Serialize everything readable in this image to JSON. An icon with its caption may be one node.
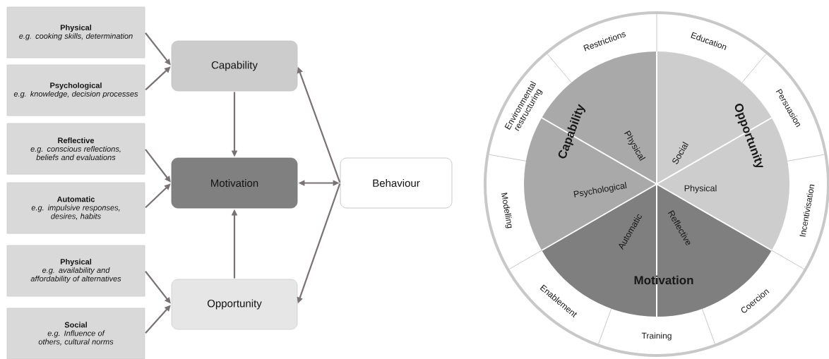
{
  "diagram": {
    "nodes": [
      {
        "text": [
          "Physical",
          "e.g. cooking skills, determination"
        ]
      },
      {
        "text": [
          "Psychological",
          "e.g. knowledge,  decision processes"
        ]
      },
      {
        "text": [
          "Reflective",
          "e.g. conscious reflections, beliefs and evaluations"
        ]
      },
      {
        "text": [
          "Automatic",
          "e.g. impulsive responses, desires, habits"
        ]
      },
      {
        "text": [
          "Physical",
          "e.g. availability and affordability of alternatives"
        ]
      },
      {
        "text": [
          "Social",
          "e.g. Influence of others, cultural norms"
        ]
      },
      {
        "text": [
          "Capability"
        ]
      },
      {
        "text": [
          "Motivation"
        ]
      },
      {
        "text": [
          "Opportunity"
        ]
      },
      {
        "text": [
          "Behaviour"
        ]
      }
    ],
    "edges": [
      {
        "from": 0,
        "to": 6,
        "arrow": "to"
      },
      {
        "from": 1,
        "to": 6,
        "arrow": "to"
      },
      {
        "from": 2,
        "to": 7,
        "arrow": "to"
      },
      {
        "from": 3,
        "to": 7,
        "arrow": "to"
      },
      {
        "from": 4,
        "to": 8,
        "arrow": "to"
      },
      {
        "from": 5,
        "to": 8,
        "arrow": "to"
      },
      {
        "from": 6,
        "to": 7,
        "arrow": "to"
      },
      {
        "from": 8,
        "to": 7,
        "arrow": "to"
      },
      {
        "from": 9,
        "to": 6,
        "arrow": "to"
      },
      {
        "from": 7,
        "to": 9,
        "arrow": "both"
      },
      {
        "from": 9,
        "to": 8,
        "arrow": "to"
      }
    ],
    "labels": [
      "Restrictions",
      "Education",
      "Environmental restructuring",
      "Capability",
      "Physical",
      "Social",
      "Opportunity",
      "Persuasion",
      "Modelling",
      "Psychological",
      "Physical",
      "Incentivisation",
      "Automatic",
      "Reflective",
      "Motivation",
      "Enablement",
      "Coercion",
      "Training"
    ]
  }
}
